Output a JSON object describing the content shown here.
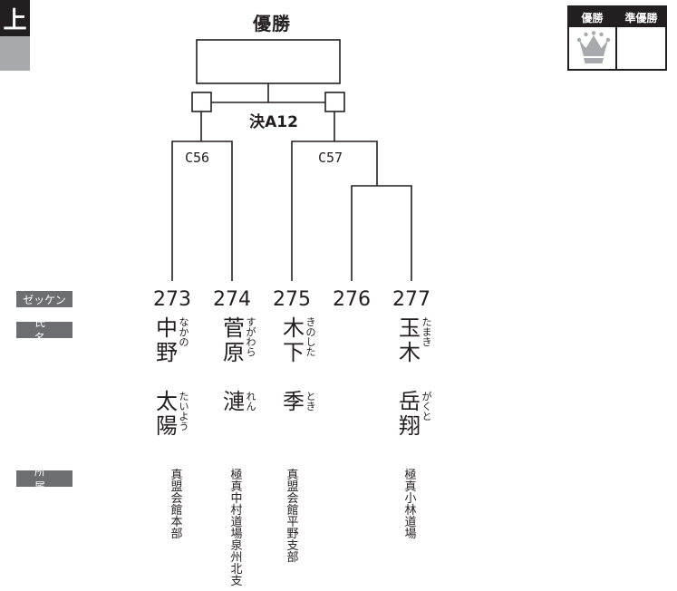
{
  "corner": {
    "tab_label": "上"
  },
  "title": "優勝",
  "final_match": "決A12",
  "matches": {
    "c56": "C56",
    "c57": "C57"
  },
  "legend": {
    "champion": "優勝",
    "runner_up": "準優勝",
    "crown_icon": "crown-icon"
  },
  "row_labels": {
    "bib": "ゼッケン",
    "name": "氏名",
    "affiliation": "所属"
  },
  "competitors": [
    {
      "bib": "273",
      "surname": "中野",
      "surname_kana": "なかの",
      "given": "太陽",
      "given_kana": "たいよう",
      "affiliation": "真盟会館本部"
    },
    {
      "bib": "274",
      "surname": "菅原",
      "surname_kana": "すがわら",
      "given": "漣",
      "given_kana": "れん",
      "affiliation": "極真中村道場泉州北支"
    },
    {
      "bib": "275",
      "surname": "木下",
      "surname_kana": "きのした",
      "given": "季",
      "given_kana": "とき",
      "affiliation": "真盟会館平野支部"
    },
    {
      "bib": "276",
      "surname": "",
      "surname_kana": "",
      "given": "",
      "given_kana": "",
      "affiliation": ""
    },
    {
      "bib": "277",
      "surname": "玉木",
      "surname_kana": "たまき",
      "given": "岳翔",
      "given_kana": "がくと",
      "affiliation": "極真小林道場"
    }
  ]
}
